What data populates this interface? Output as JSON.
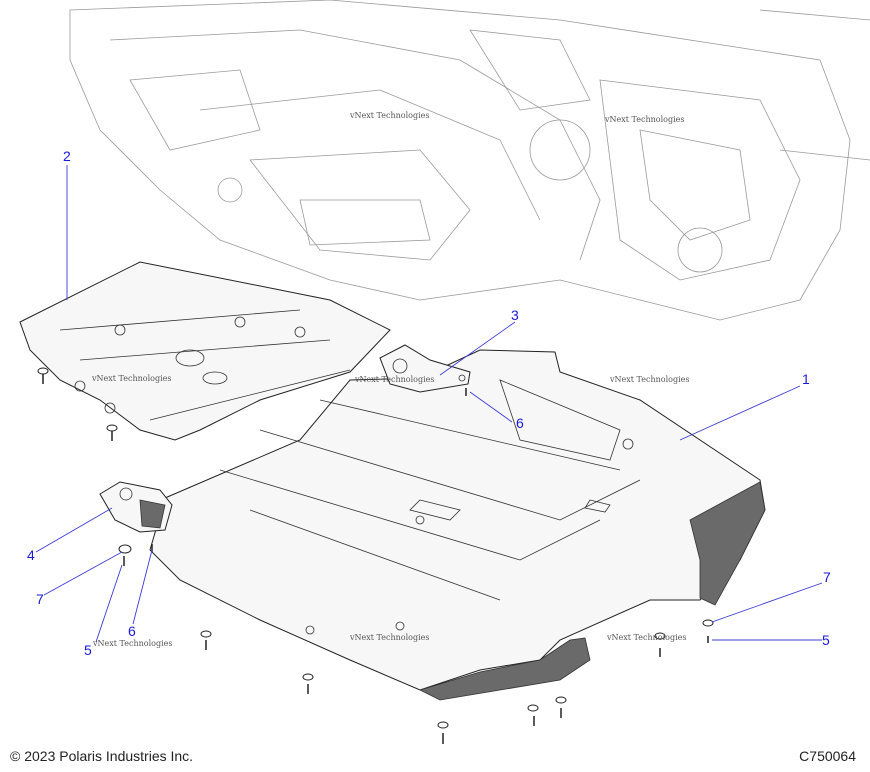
{
  "callouts": [
    {
      "label": "1"
    },
    {
      "label": "2"
    },
    {
      "label": "3"
    },
    {
      "label": "4"
    },
    {
      "label": "5"
    },
    {
      "label": "5"
    },
    {
      "label": "6"
    },
    {
      "label": "6"
    },
    {
      "label": "7"
    },
    {
      "label": "7"
    }
  ],
  "watermark": "vNext Technologies",
  "footer": {
    "copyright": "© 2023 Polaris Industries Inc.",
    "figure_id": "C750064"
  },
  "colors": {
    "callout": "#1a1ad6",
    "line": "#222222"
  }
}
